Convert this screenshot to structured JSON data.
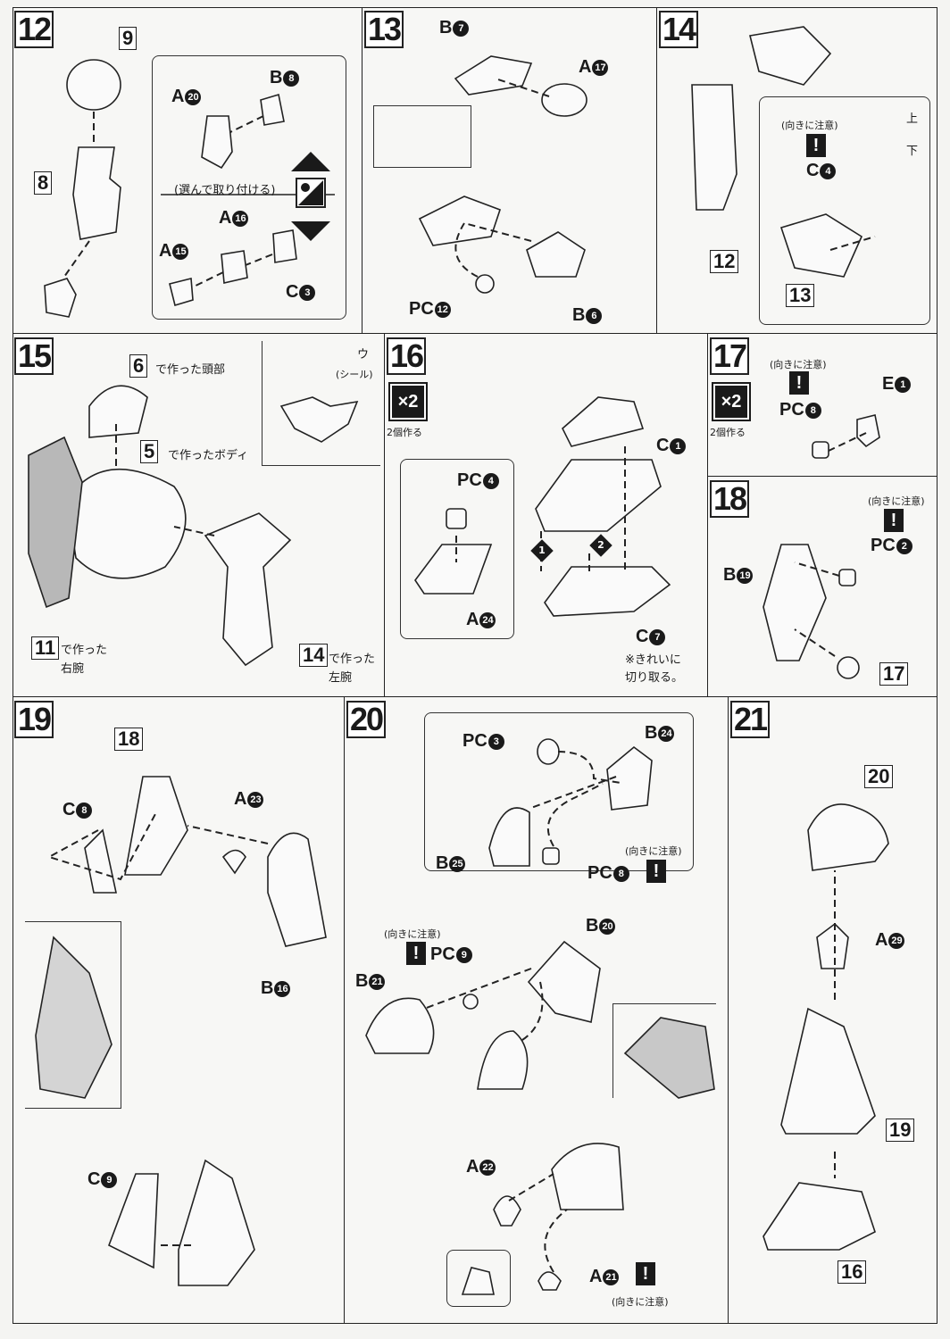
{
  "steps": {
    "s12": {
      "number": "12",
      "ref_top": "9",
      "ref_body": "8",
      "caption": "(選んで取り付ける)",
      "parts": [
        {
          "letter": "A",
          "num": "20"
        },
        {
          "letter": "B",
          "num": "8"
        },
        {
          "letter": "A",
          "num": "16"
        },
        {
          "letter": "A",
          "num": "15"
        },
        {
          "letter": "C",
          "num": "3"
        }
      ]
    },
    "s13": {
      "number": "13",
      "parts": [
        {
          "letter": "B",
          "num": "7"
        },
        {
          "letter": "A",
          "num": "17"
        },
        {
          "letter": "PC",
          "num": "12"
        },
        {
          "letter": "B",
          "num": "6"
        }
      ]
    },
    "s14": {
      "number": "14",
      "caution": "(向きに注意)",
      "warn": "!",
      "part": {
        "letter": "C",
        "num": "4"
      },
      "up": "上",
      "down": "下",
      "ref_arm": "12",
      "ref_head": "13"
    },
    "s15": {
      "number": "15",
      "ref_head": "6",
      "head_text": "で作った頭部",
      "ref_body": "5",
      "body_text": "で作ったボディ",
      "sticker_mark": "ウ",
      "sticker_text": "(シール)",
      "ref_right": "11",
      "right_text1": "で作った",
      "right_text2": "右腕",
      "ref_left": "14",
      "left_text1": "で作った",
      "left_text2": "左腕"
    },
    "s16": {
      "number": "16",
      "multiplier": "×2",
      "make_two": "2個作る",
      "parts": [
        {
          "letter": "PC",
          "num": "4"
        },
        {
          "letter": "A",
          "num": "24"
        },
        {
          "letter": "C",
          "num": "1"
        },
        {
          "letter": "C",
          "num": "7"
        }
      ],
      "order": [
        "1",
        "2"
      ],
      "cut_note1": "※きれいに",
      "cut_note2": "切り取る。"
    },
    "s17": {
      "number": "17",
      "multiplier": "×2",
      "make_two": "2個作る",
      "caution": "(向きに注意)",
      "warn": "!",
      "parts": [
        {
          "letter": "PC",
          "num": "8"
        },
        {
          "letter": "E",
          "num": "1"
        }
      ]
    },
    "s18": {
      "number": "18",
      "caution": "(向きに注意)",
      "warn": "!",
      "parts": [
        {
          "letter": "PC",
          "num": "2"
        },
        {
          "letter": "B",
          "num": "19"
        }
      ],
      "ref": "17"
    },
    "s19": {
      "number": "19",
      "ref": "18",
      "parts": [
        {
          "letter": "C",
          "num": "8"
        },
        {
          "letter": "A",
          "num": "23"
        },
        {
          "letter": "B",
          "num": "16"
        },
        {
          "letter": "C",
          "num": "9"
        }
      ]
    },
    "s20": {
      "number": "20",
      "caution": "(向きに注意)",
      "warn": "!",
      "parts": [
        {
          "letter": "PC",
          "num": "3"
        },
        {
          "letter": "B",
          "num": "24"
        },
        {
          "letter": "B",
          "num": "25"
        },
        {
          "letter": "PC",
          "num": "8"
        },
        {
          "letter": "PC",
          "num": "9"
        },
        {
          "letter": "B",
          "num": "20"
        },
        {
          "letter": "B",
          "num": "21"
        },
        {
          "letter": "A",
          "num": "22"
        },
        {
          "letter": "A",
          "num": "21"
        }
      ]
    },
    "s21": {
      "number": "21",
      "ref_top": "20",
      "part": {
        "letter": "A",
        "num": "29"
      },
      "ref_mid": "19",
      "ref_bottom": "16"
    }
  },
  "colors": {
    "ink": "#1a1a1a",
    "paper": "#f7f7f5",
    "shade": "#b8b8b8"
  }
}
